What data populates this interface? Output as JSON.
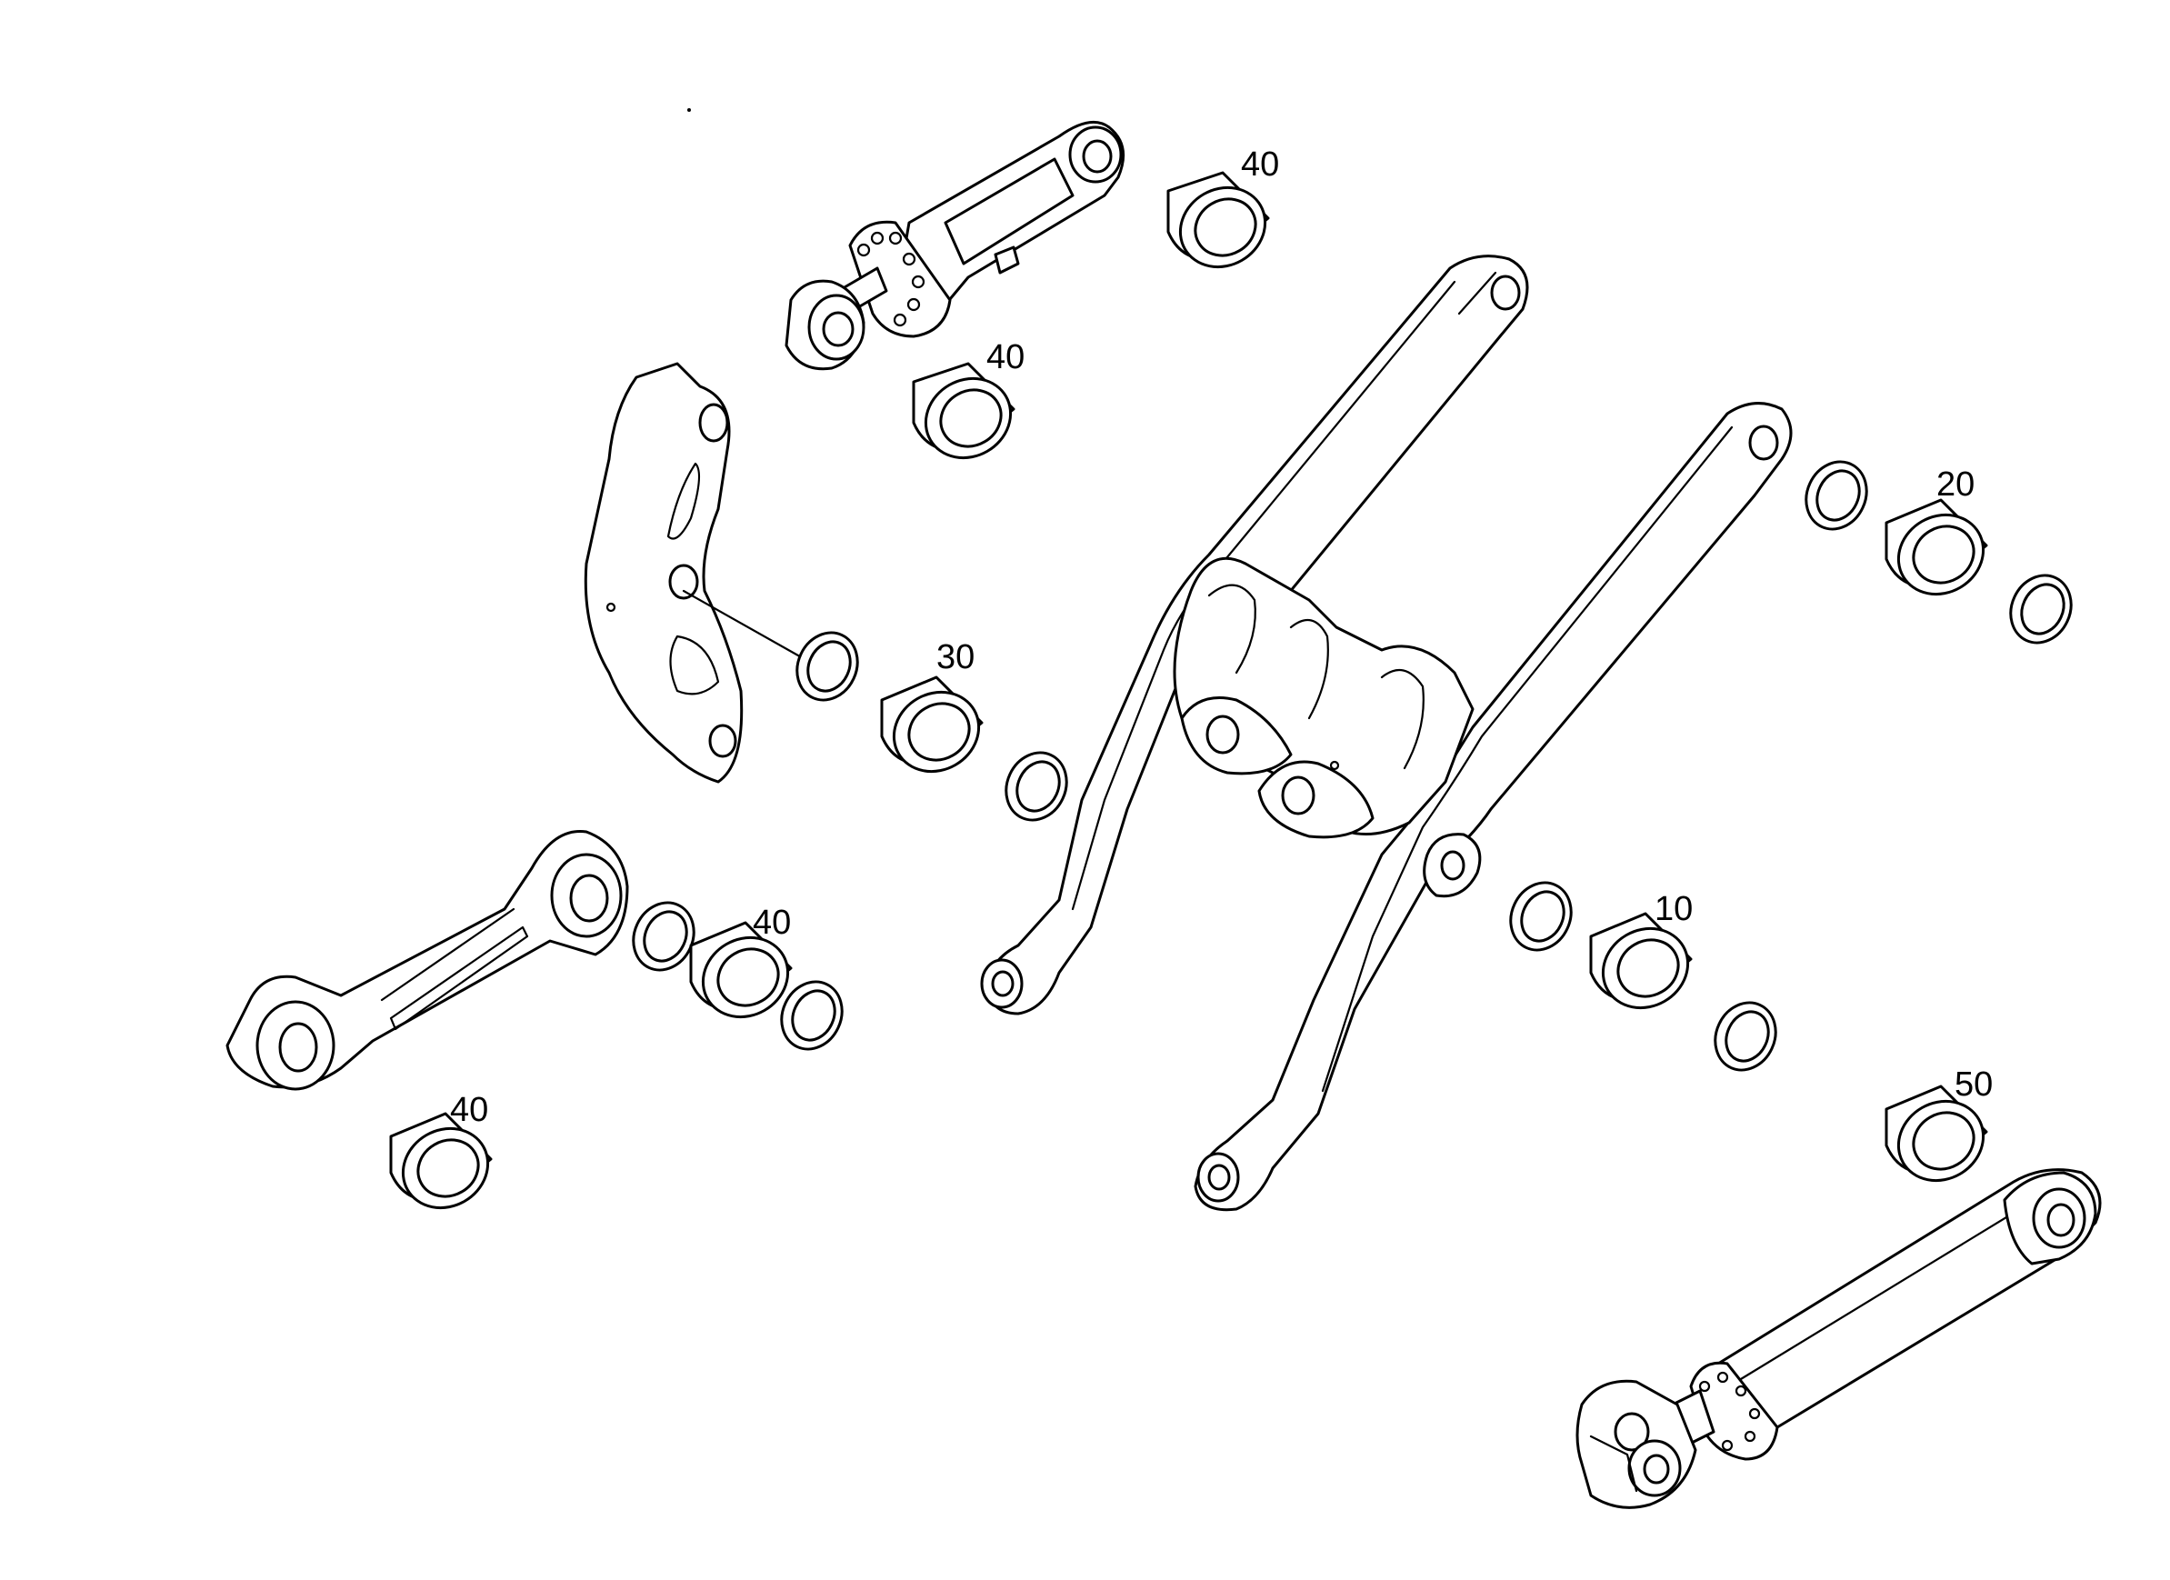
{
  "labels": {
    "bushing_cyl_top_right": "40",
    "bushing_cyl_top_lower": "40",
    "bushing_right_top": "20",
    "bushing_bellcrank": "30",
    "bushing_link": "40",
    "bushing_frame_right": "10",
    "bushing_link_lower": "40",
    "bushing_cyl_bottom": "50"
  },
  "colors": {
    "line": "#000000",
    "background": "#ffffff"
  }
}
